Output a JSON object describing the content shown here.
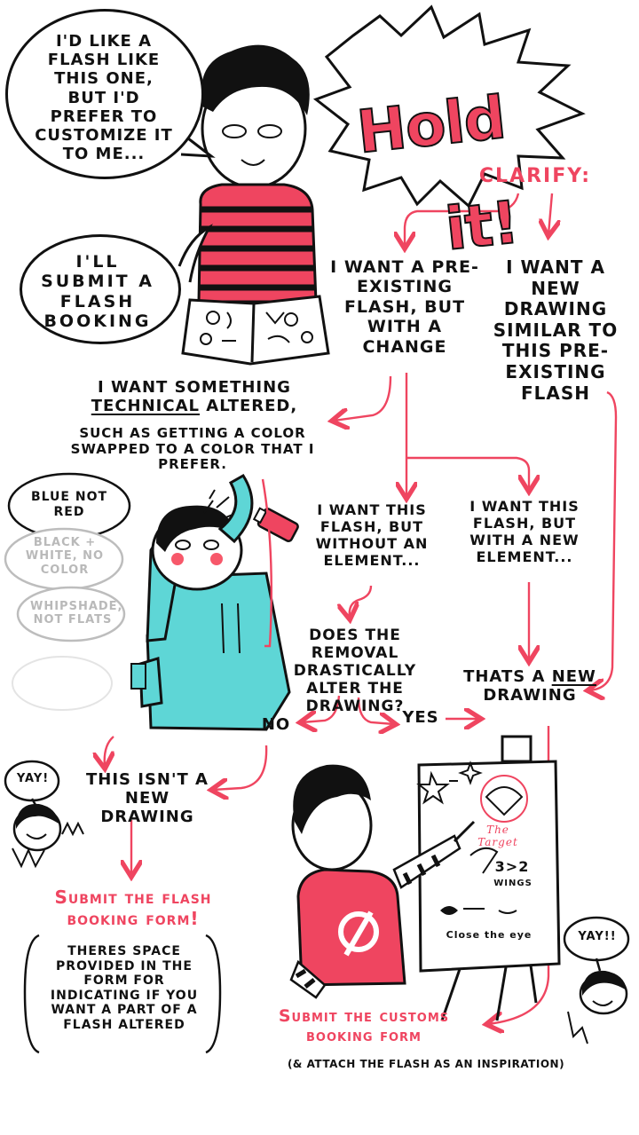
{
  "colors": {
    "accent": "#ef4560",
    "ink": "#111111",
    "muted": "#b9b9b9",
    "hoodie": "#5ed6d6",
    "blush": "#f7586a"
  },
  "bubbles": {
    "flash_like": "I'd like a flash like this one, but I'd prefer to customize it to me...",
    "submit_booking": "I'll submit a flash booking"
  },
  "title": {
    "line1": "Hold",
    "line2": "it!"
  },
  "clarify": "Clarify:",
  "options": {
    "pre_existing_change": "I want a pre-existing flash, but with a change",
    "new_drawing_similar": "I want a new drawing similar to this pre-existing flash"
  },
  "technical": {
    "prefix": "I want something",
    "underlined": "technical",
    "suffix": "altered,",
    "detail": "such as getting a color swapped to a color that I prefer."
  },
  "color_examples": {
    "blue": "Blue not red",
    "black": "Black + white, no color",
    "whip": "Whipshade, not flats"
  },
  "branches": {
    "without_element": "I want this flash, but without an element...",
    "new_element": "I want this flash, but with a new element..."
  },
  "question": "Does the removal drastically alter the drawing?",
  "answers": {
    "no": "No",
    "yes": "Yes"
  },
  "new_drawing": {
    "prefix": "Thats a",
    "underlined": "new",
    "suffix": "drawing"
  },
  "not_new": "This isn't a new drawing",
  "yay_left": "Yay!",
  "yay_right": "Yay!!",
  "submit_flash": "Submit the flash booking form!",
  "flash_note": "Theres space provided in the form for indicating if you want a part of a flash altered",
  "easel": {
    "comparison": "3>2",
    "wings": "wings",
    "target": "The Target",
    "close_eye": "Close the eye"
  },
  "submit_customs": "Submit the customs booking form",
  "customs_note": "(& attach the flash as an inspiration)"
}
